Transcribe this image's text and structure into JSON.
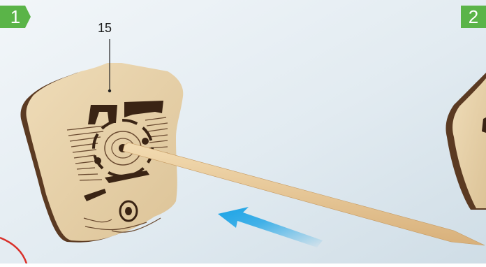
{
  "steps": [
    {
      "number": "1"
    },
    {
      "number": "2"
    }
  ],
  "part_label": "15",
  "colors": {
    "background_light": "#eef3f7",
    "background_mid": "#d6e2ea",
    "badge_green": "#5ab448",
    "wood_light": "#e6cfa6",
    "wood_edge": "#5b3a22",
    "arrow_blue": "#1aa3e6",
    "stick": "#e9c996",
    "red_ring": "#d9302a"
  },
  "icons": [
    "assembly-arrow-icon"
  ]
}
